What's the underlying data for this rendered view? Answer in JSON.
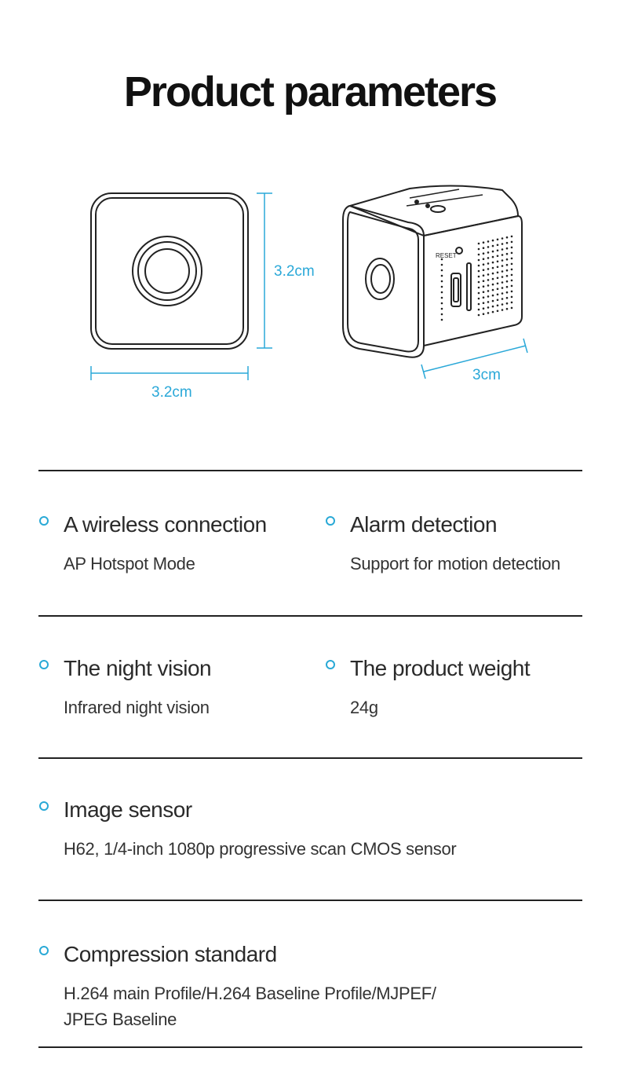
{
  "page": {
    "title": "Product parameters"
  },
  "diagram": {
    "front_height": "3.2cm",
    "front_width": "3.2cm",
    "side_depth": "3cm",
    "reset_label": "RESET"
  },
  "specs": [
    {
      "title": "A wireless connection",
      "value": "AP Hotspot Mode"
    },
    {
      "title": "Alarm detection",
      "value": "Support for motion detection"
    },
    {
      "title": "The night vision",
      "value": "Infrared night vision"
    },
    {
      "title": "The product weight",
      "value": "24g"
    },
    {
      "title": "Image sensor",
      "value": "H62, 1/4-inch 1080p progressive scan CMOS sensor"
    },
    {
      "title": "Compression standard",
      "value": "H.264 main Profile/H.264 Baseline Profile/MJPEF/ JPEG Baseline"
    }
  ],
  "colors": {
    "accent": "#2aa8d8",
    "text": "#222222",
    "rule": "#222222"
  }
}
